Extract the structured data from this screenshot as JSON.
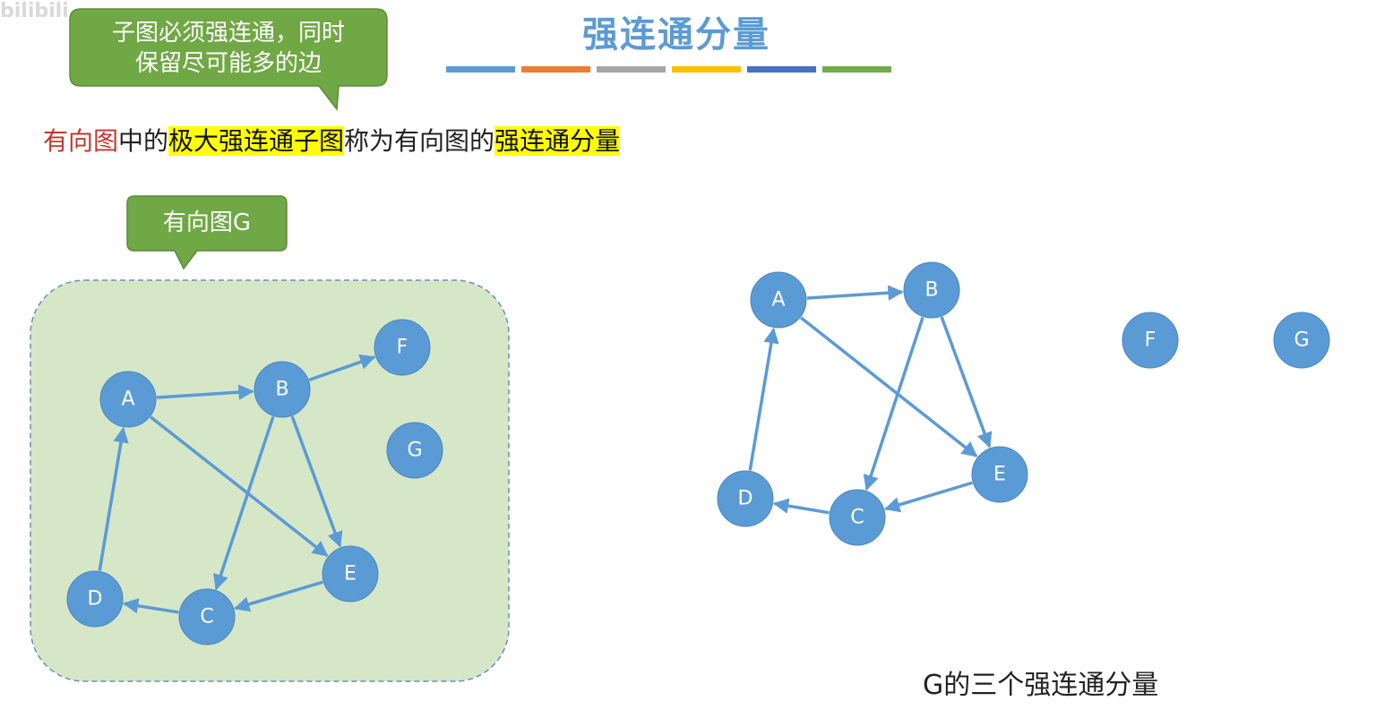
{
  "watermark": "bilibili",
  "title": "强连通分量",
  "title_bar_colors": [
    "#5b9bd5",
    "#ed7d31",
    "#a5a5a5",
    "#ffc000",
    "#4472c4",
    "#70ad47"
  ],
  "callout_top": {
    "line1": "子图必须强连通，同时",
    "line2": "保留尽可能多的边"
  },
  "definition": {
    "part1": "有向图",
    "part2": "中的",
    "part3": "极大强连通子图",
    "part4": "称为有向图的",
    "part5": "强连通分量"
  },
  "callout_graph": {
    "label": "有向图G"
  },
  "caption": "G的三个强连通分量",
  "colors": {
    "node_fill": "#5b9bd5",
    "edge": "#5b9bd5",
    "panel_fill": "#d6e7c8",
    "panel_border": "#6a8fb3",
    "callout_fill": "#70a845",
    "callout_border": "#5a8a3a"
  },
  "graph_left": {
    "nodes": [
      "A",
      "B",
      "C",
      "D",
      "E",
      "F",
      "G"
    ],
    "edges": [
      [
        "A",
        "B"
      ],
      [
        "B",
        "F"
      ],
      [
        "A",
        "E"
      ],
      [
        "B",
        "C"
      ],
      [
        "B",
        "E"
      ],
      [
        "E",
        "C"
      ],
      [
        "C",
        "D"
      ],
      [
        "D",
        "A"
      ]
    ]
  },
  "graph_right": {
    "nodes": [
      "A",
      "B",
      "C",
      "D",
      "E",
      "F",
      "G"
    ],
    "edges": [
      [
        "A",
        "B"
      ],
      [
        "A",
        "E"
      ],
      [
        "B",
        "C"
      ],
      [
        "B",
        "E"
      ],
      [
        "E",
        "C"
      ],
      [
        "C",
        "D"
      ],
      [
        "D",
        "A"
      ]
    ]
  }
}
